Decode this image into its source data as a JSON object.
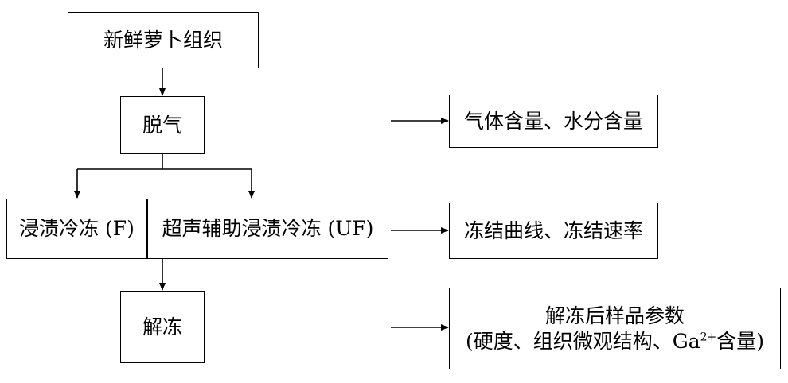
{
  "flow": {
    "fresh_tissue": "新鲜萝卜组织",
    "degassing": "脱气",
    "immersion_freezing": "浸渍冷冻 (F)",
    "ultrasound_freezing": "超声辅助浸渍冷冻 (UF)",
    "thawing": "解冻"
  },
  "results": {
    "gas_water": "气体含量、水分含量",
    "freezing_curve": "冻结曲线、冻结速率",
    "thawed_title": "解冻后样品参数",
    "thawed_detail_prefix": "(硬度、组织微观结构、Ga",
    "thawed_detail_sup": "2+",
    "thawed_detail_suffix": "含量)"
  },
  "colors": {
    "stroke": "#000000",
    "background": "#ffffff"
  }
}
